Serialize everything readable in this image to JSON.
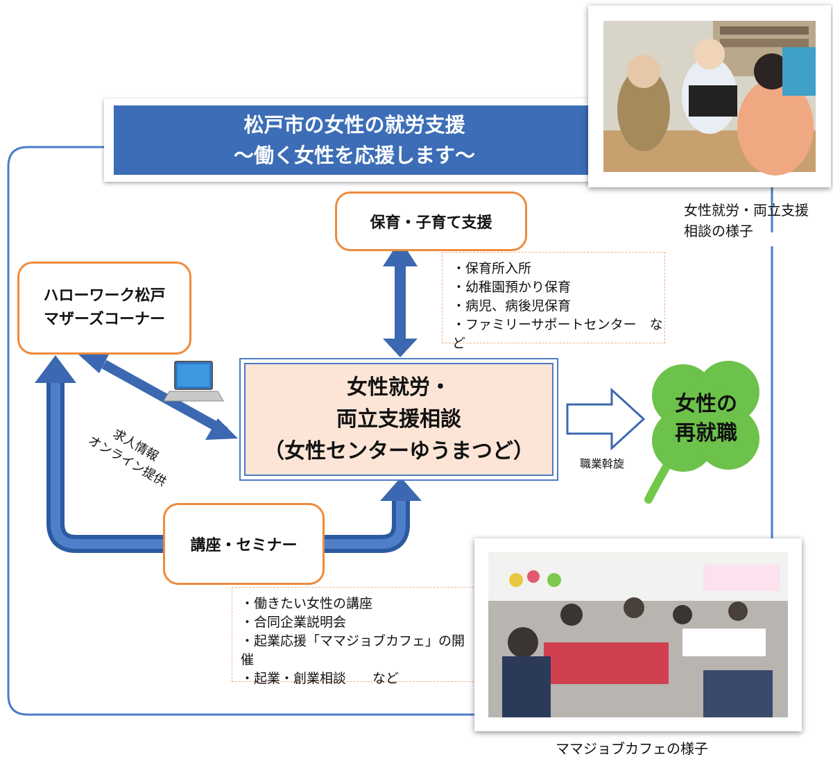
{
  "title": {
    "line1": "松戸市の女性の就労支援",
    "line2": "～働く女性を応援します～"
  },
  "center": {
    "line1": "女性就労・",
    "line2": "両立支援相談",
    "line3": "（女性センターゆうまつど）"
  },
  "childcare": {
    "label": "保育・子育て支援",
    "items": [
      "・保育所入所",
      "・幼稚園預かり保育",
      "・病児、病後児保育",
      "・ファミリーサポートセンター　など"
    ]
  },
  "hellowork": {
    "line1": "ハローワーク松戸",
    "line2": "マザーズコーナー"
  },
  "seminar": {
    "label": "講座・セミナー",
    "items": [
      "・働きたい女性の講座",
      "・合同企業説明会",
      "・起業応援「ママジョブカフェ」の開催",
      "・起業・創業相談　　など"
    ]
  },
  "online": {
    "line1": "求人情報",
    "line2": "オンライン提供"
  },
  "reemploy": {
    "line1": "女性の",
    "line2": "再就職",
    "arrow_label": "職業斡旋"
  },
  "photo1_caption": {
    "line1": "女性就労・両立支援",
    "line2": "相談の様子"
  },
  "photo2_caption": "ママジョブカフェの様子",
  "colors": {
    "blue": "#3c6db6",
    "orange": "#ee8a3c",
    "peach": "#fce5d6",
    "green": "#6cc24a"
  }
}
